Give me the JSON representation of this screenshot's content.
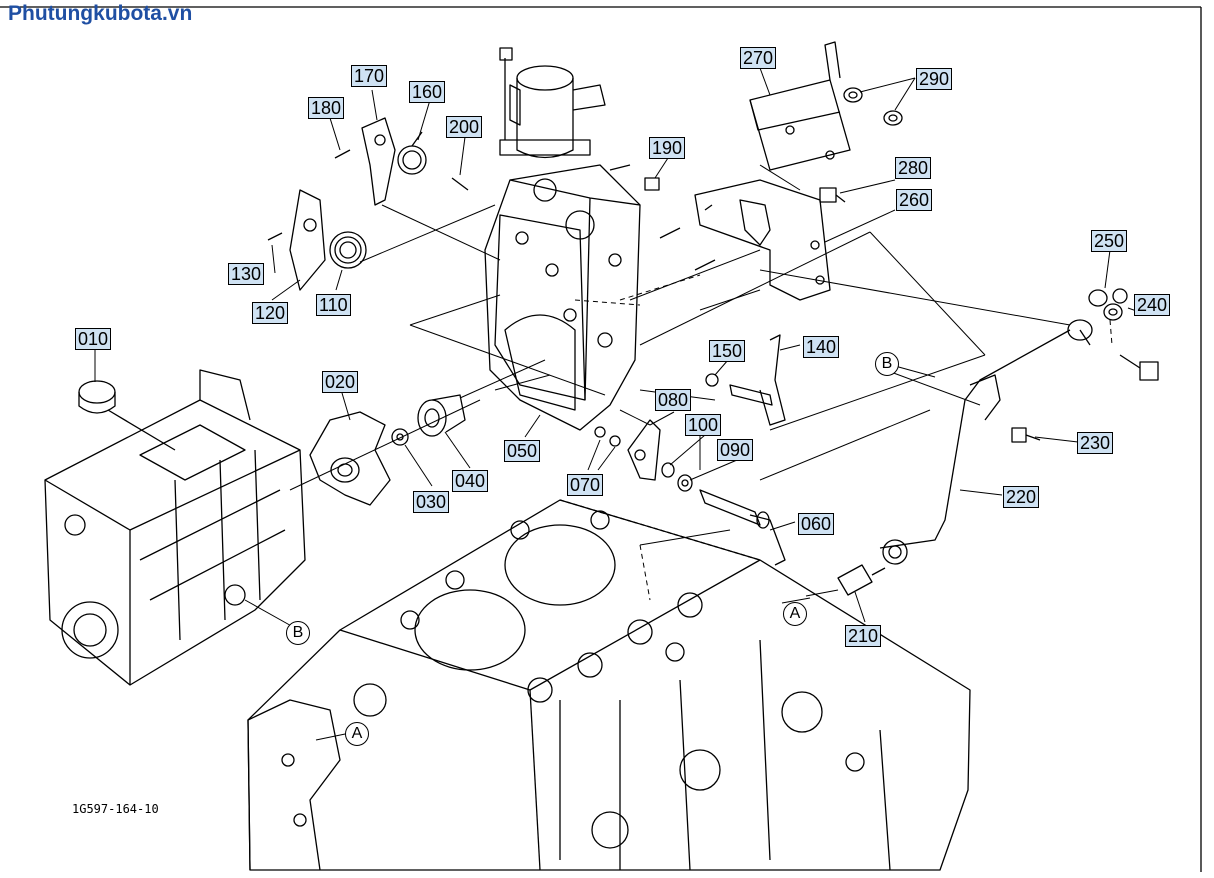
{
  "header": {
    "site_name": "Phutungkubota.vn",
    "brand_color": "#1f4fa3"
  },
  "figure": {
    "code": "1G597-164-10",
    "border_color": "#000000",
    "label_fill": "#cfe2f3"
  },
  "parts": {
    "p010": "010",
    "p020": "020",
    "p030": "030",
    "p040": "040",
    "p050": "050",
    "p060": "060",
    "p070": "070",
    "p080": "080",
    "p090": "090",
    "p100": "100",
    "p110": "110",
    "p120": "120",
    "p130": "130",
    "p140": "140",
    "p150": "150",
    "p160": "160",
    "p170": "170",
    "p180": "180",
    "p190": "190",
    "p200": "200",
    "p210": "210",
    "p220": "220",
    "p230": "230",
    "p240": "240",
    "p250": "250",
    "p260": "260",
    "p270": "270",
    "p280": "280",
    "p290": "290"
  },
  "refs": {
    "a": "A",
    "b": "B"
  }
}
